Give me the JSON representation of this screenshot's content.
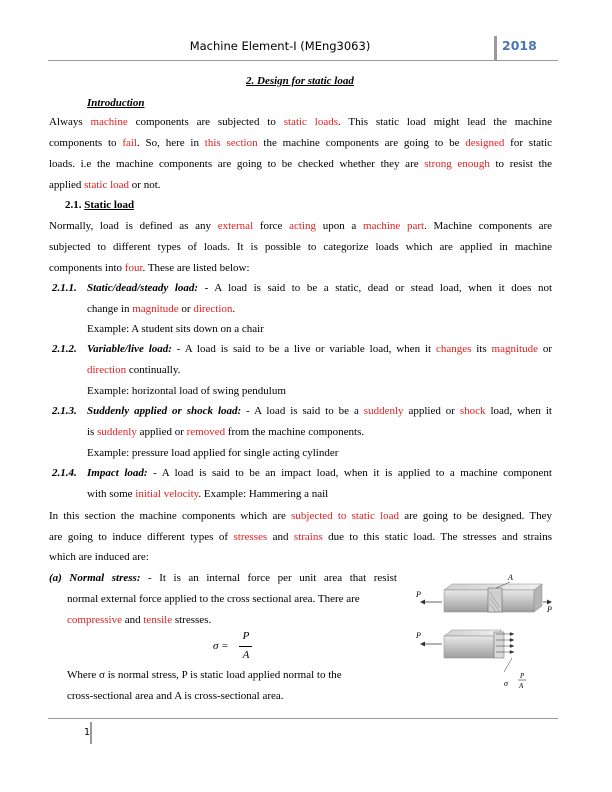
{
  "header": {
    "title": "Machine Element-I (MEng3063)",
    "year": "2018"
  },
  "footer": {
    "page_number": "1"
  },
  "section_title": "2.   Design for static load",
  "intro": {
    "heading": "Introduction",
    "l1": [
      "Always ",
      "machine",
      " components are subjected to ",
      "static loads",
      ". This static load might lead the machine"
    ],
    "l2": [
      "components to ",
      "fail",
      ". So, here in ",
      "this section",
      " the machine components are going to be ",
      "designed",
      " for static"
    ],
    "l3": [
      "loads. i.e the machine components are going to be checked whether they are ",
      "strong enough",
      " to resist the"
    ],
    "l4": [
      "applied ",
      "static load",
      " or not."
    ]
  },
  "sub21": {
    "heading_num": "2.1.",
    "heading": "Static load",
    "l1": [
      "Normally, load is defined as any ",
      "external",
      " force ",
      "acting",
      " upon a ",
      "machine part",
      ". Machine components are"
    ],
    "l2": "subjected to different types of loads. It is possible to categorize loads which are applied in machine",
    "l3": [
      "components into ",
      "four",
      ". These are listed below:"
    ]
  },
  "item211": {
    "num": "2.1.1.",
    "title": "Static/dead/steady load:",
    "l1": " - A load is said to be a static, dead or stead load, when it does not",
    "l2": [
      "change in ",
      "magnitude",
      " or ",
      "direction",
      "."
    ],
    "example": "Example: A student sits down on a chair"
  },
  "item212": {
    "num": "2.1.2.",
    "title": "Variable/live load:",
    "l1": [
      " - A load is said to be a live or variable load, when it ",
      "changes",
      " its ",
      "magnitude",
      " or"
    ],
    "l2": [
      "direction",
      " continually."
    ],
    "example": "Example: horizontal load of swing pendulum"
  },
  "item213": {
    "num": "2.1.3.",
    "title": "Suddenly applied or shock load:",
    "l1": [
      " - A load is said to be a ",
      "suddenly",
      " applied or ",
      "shock",
      " load, when it"
    ],
    "l2": [
      "is ",
      "suddenly",
      " applied or ",
      "removed",
      " from the machine components."
    ],
    "example": "Example: pressure load applied for single acting cylinder"
  },
  "item214": {
    "num": "2.1.4.",
    "title": "Impact load:",
    "l1": " - A load is said to be an impact load, when it is applied to a machine component",
    "l2": [
      "with some ",
      "initial velocity",
      ". Example: Hammering a nail"
    ]
  },
  "para_after": {
    "l1": [
      "In this section the machine components which are ",
      "subjected to static load",
      " are going to be designed. They"
    ],
    "l2": [
      "are going to induce different types of ",
      "stresses",
      " and ",
      "strains",
      " due to this static load. The stresses and strains"
    ],
    "l3": "which are induced are:"
  },
  "normal_stress": {
    "label": "(a) Normal stress:",
    "l1": " - It is an internal force per unit area that resist",
    "l2": "normal external force applied to the cross sectional area.  There are",
    "l3": [
      "compressive",
      " and ",
      "tensile",
      " stresses."
    ],
    "eq_lhs": "σ =",
    "eq_num": "P",
    "eq_den": "A",
    "where_l1": "Where  σ  is normal stress,  P  is static load applied normal to the",
    "where_l2": "cross-sectional area and  A  is cross-sectional area."
  },
  "figure": {
    "label_A": "A",
    "label_P_left_top": "P",
    "label_P_right": "P",
    "label_P_left_bottom": "P",
    "label_sigma": "σ",
    "label_frac_num": "P",
    "label_frac_den": "A"
  }
}
